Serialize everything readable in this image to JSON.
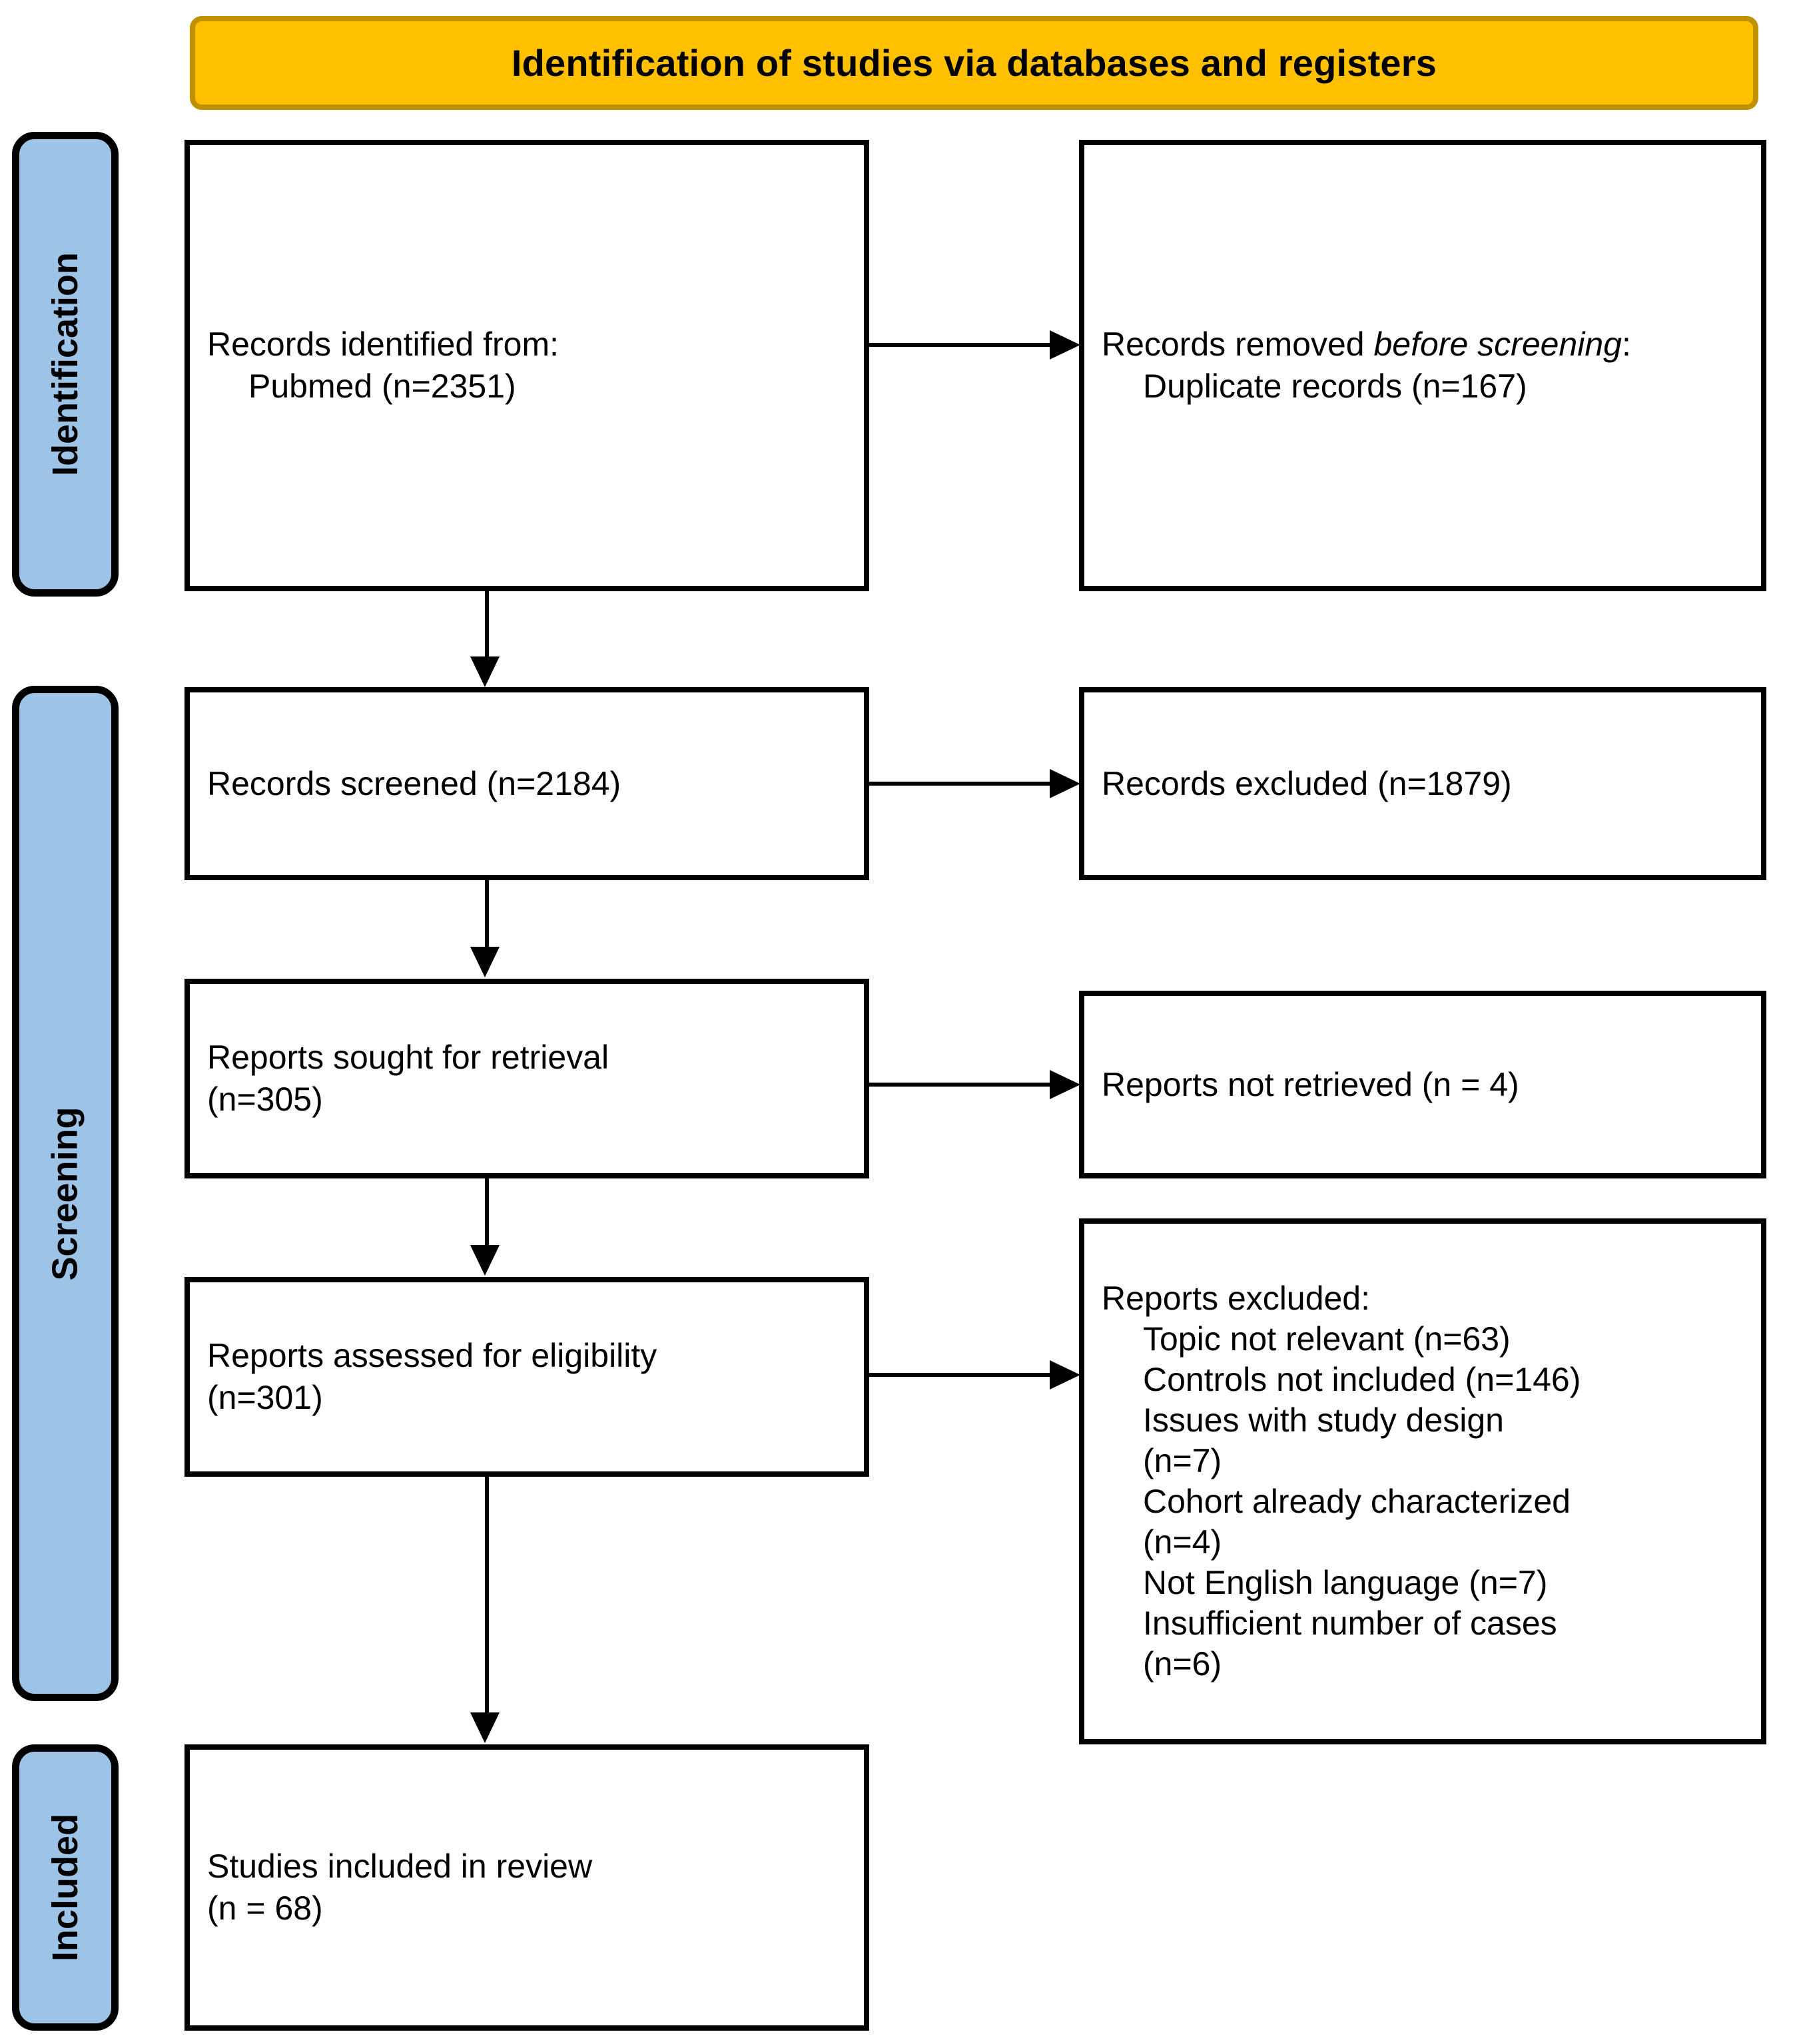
{
  "header": {
    "title": "Identification of studies via databases and registers",
    "background_color": "#FFC000",
    "border_color": "#BF9000"
  },
  "phase_tabs": {
    "background_color": "#9DC3E6",
    "items": [
      {
        "id": "identification",
        "label": "Identification"
      },
      {
        "id": "screening",
        "label": "Screening"
      },
      {
        "id": "included",
        "label": "Included"
      }
    ]
  },
  "boxes": {
    "identified": {
      "line1": "Records identified from:",
      "line2": "Pubmed (n=2351)"
    },
    "removed_before_screening": {
      "line1_prefix": "Records removed ",
      "line1_italic": "before screening",
      "line1_suffix": ":",
      "line2": "Duplicate records (n=167)"
    },
    "screened": {
      "line1": "Records screened (n=2184)"
    },
    "records_excluded": {
      "line1": "Records excluded (n=1879)"
    },
    "sought_for_retrieval": {
      "line1": "Reports sought for retrieval",
      "line2": "(n=305)"
    },
    "not_retrieved": {
      "line1": "Reports not retrieved (n = 4)"
    },
    "assessed_for_eligibility": {
      "line1": "Reports assessed for eligibility",
      "line2": "(n=301)"
    },
    "reports_excluded": {
      "heading": "Reports excluded:",
      "reasons": [
        "Topic not relevant (n=63)",
        "Controls not included (n=146)",
        "Issues with study design",
        "(n=7)",
        "Cohort already characterized",
        "(n=4)",
        "Not English language (n=7)",
        "Insufficient number of cases",
        "(n=6)"
      ]
    },
    "studies_included": {
      "line1": "Studies included in review",
      "line2": "(n = 68)"
    }
  },
  "chart_data": {
    "type": "diagram",
    "title": "Identification of studies via databases and registers",
    "nodes": [
      {
        "id": "identified",
        "phase": "Identification",
        "label": "Records identified from: Pubmed",
        "n": 2351
      },
      {
        "id": "removed_before_screening",
        "phase": "Identification",
        "label": "Records removed before screening: Duplicate records",
        "n": 167
      },
      {
        "id": "screened",
        "phase": "Screening",
        "label": "Records screened",
        "n": 2184
      },
      {
        "id": "records_excluded",
        "phase": "Screening",
        "label": "Records excluded",
        "n": 1879
      },
      {
        "id": "sought_for_retrieval",
        "phase": "Screening",
        "label": "Reports sought for retrieval",
        "n": 305
      },
      {
        "id": "not_retrieved",
        "phase": "Screening",
        "label": "Reports not retrieved",
        "n": 4
      },
      {
        "id": "assessed_for_eligibility",
        "phase": "Screening",
        "label": "Reports assessed for eligibility",
        "n": 301
      },
      {
        "id": "reports_excluded",
        "phase": "Screening",
        "label": "Reports excluded",
        "breakdown": [
          {
            "reason": "Topic not relevant",
            "n": 63
          },
          {
            "reason": "Controls not included",
            "n": 146
          },
          {
            "reason": "Issues with study design",
            "n": 7
          },
          {
            "reason": "Cohort already characterized",
            "n": 4
          },
          {
            "reason": "Not English language",
            "n": 7
          },
          {
            "reason": "Insufficient number of cases",
            "n": 6
          }
        ]
      },
      {
        "id": "studies_included",
        "phase": "Included",
        "label": "Studies included in review",
        "n": 68
      }
    ],
    "edges": [
      {
        "from": "identified",
        "to": "removed_before_screening",
        "direction": "right"
      },
      {
        "from": "identified",
        "to": "screened",
        "direction": "down"
      },
      {
        "from": "screened",
        "to": "records_excluded",
        "direction": "right"
      },
      {
        "from": "screened",
        "to": "sought_for_retrieval",
        "direction": "down"
      },
      {
        "from": "sought_for_retrieval",
        "to": "not_retrieved",
        "direction": "right"
      },
      {
        "from": "sought_for_retrieval",
        "to": "assessed_for_eligibility",
        "direction": "down"
      },
      {
        "from": "assessed_for_eligibility",
        "to": "reports_excluded",
        "direction": "right"
      },
      {
        "from": "assessed_for_eligibility",
        "to": "studies_included",
        "direction": "down"
      }
    ]
  }
}
